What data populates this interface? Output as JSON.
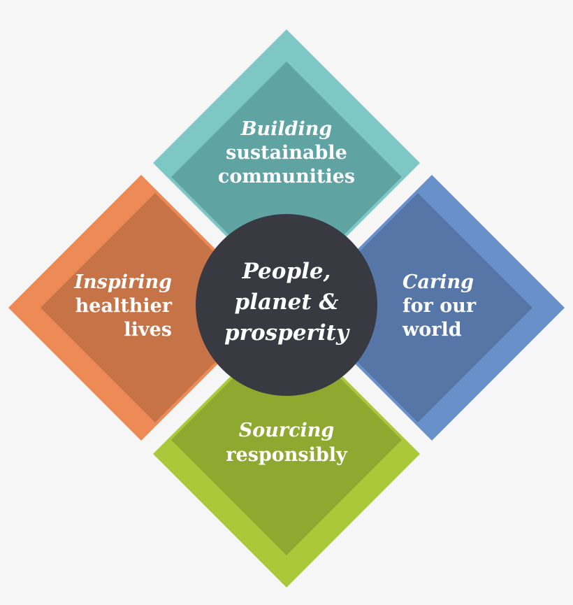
{
  "diagram": {
    "center": {
      "lines": [
        "People,",
        "planet &",
        "prosperity"
      ],
      "color": "#393941"
    },
    "quadrants": [
      {
        "id": "top",
        "emphasis": "Building",
        "lines": [
          "sustainable",
          "communities"
        ],
        "outer_color": "#7dc8c4",
        "inner_color": "#5fa3a3"
      },
      {
        "id": "left",
        "emphasis": "Inspiring",
        "lines": [
          "healthier",
          "lives"
        ],
        "outer_color": "#ee8a56",
        "inner_color": "#c57347"
      },
      {
        "id": "right",
        "emphasis": "Caring",
        "lines": [
          "for our",
          "world"
        ],
        "outer_color": "#6891c9",
        "inner_color": "#5676a8"
      },
      {
        "id": "bottom",
        "emphasis": "Sourcing",
        "lines": [
          "responsibly"
        ],
        "outer_color": "#a9c93a",
        "inner_color": "#8fa82f"
      }
    ]
  }
}
